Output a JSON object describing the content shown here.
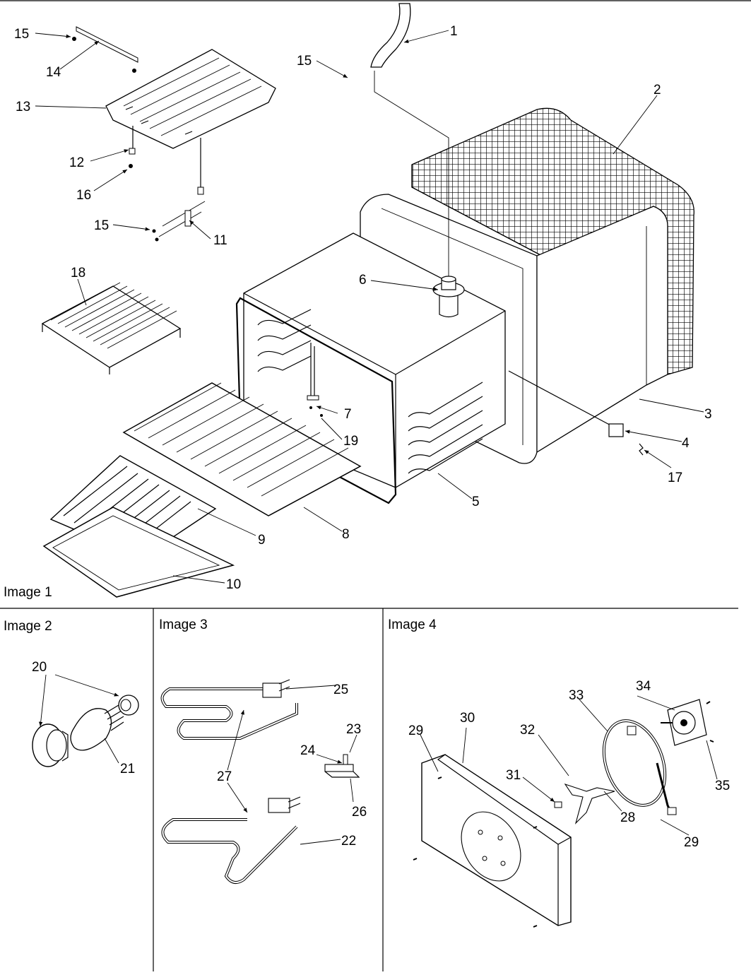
{
  "panels": [
    {
      "label": "Image 1"
    },
    {
      "label": "Image 2"
    },
    {
      "label": "Image 3"
    },
    {
      "label": "Image 4"
    }
  ],
  "callouts": {
    "p1": [
      "1",
      "2",
      "3",
      "4",
      "5",
      "6",
      "7",
      "8",
      "9",
      "10",
      "11",
      "12",
      "13",
      "14",
      "15",
      "15",
      "15",
      "16",
      "17",
      "18",
      "19"
    ],
    "p2": [
      "20",
      "21"
    ],
    "p3": [
      "22",
      "23",
      "24",
      "25",
      "26",
      "27"
    ],
    "p4": [
      "28",
      "29",
      "29",
      "30",
      "31",
      "32",
      "33",
      "34",
      "35"
    ]
  }
}
